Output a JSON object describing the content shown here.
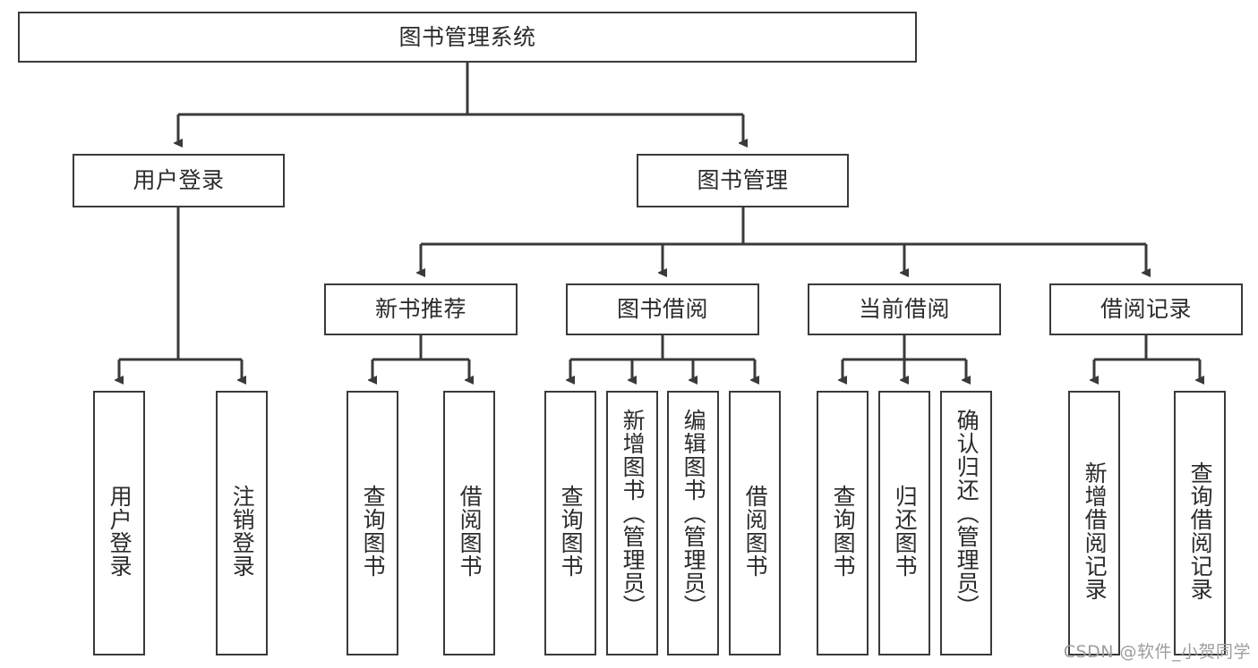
{
  "diagram": {
    "title": "图书管理系统",
    "watermark": "CSDN @软件_小贺同学",
    "line_color": "#3a3a3a",
    "text_color": "#2b2b2b",
    "background": "#ffffff",
    "root": {
      "label": "图书管理系统"
    },
    "level2": [
      {
        "label": "用户登录"
      },
      {
        "label": "图书管理"
      }
    ],
    "level3": [
      {
        "label": "新书推荐"
      },
      {
        "label": "图书借阅"
      },
      {
        "label": "当前借阅"
      },
      {
        "label": "借阅记录"
      }
    ],
    "leaves": {
      "user_login": [
        {
          "label": "用户登录"
        },
        {
          "label": "注销登录"
        }
      ],
      "new_book": [
        {
          "label": "查询图书"
        },
        {
          "label": "借阅图书"
        }
      ],
      "book_borrow": [
        {
          "label": "查询图书"
        },
        {
          "label": "新增图书（管理员）"
        },
        {
          "label": "编辑图书（管理员）"
        },
        {
          "label": "借阅图书"
        }
      ],
      "current_borrow": [
        {
          "label": "查询图书"
        },
        {
          "label": "归还图书"
        },
        {
          "label": "确认归还（管理员）"
        }
      ],
      "borrow_record": [
        {
          "label": "新增借阅记录"
        },
        {
          "label": "查询借阅记录"
        }
      ]
    }
  }
}
